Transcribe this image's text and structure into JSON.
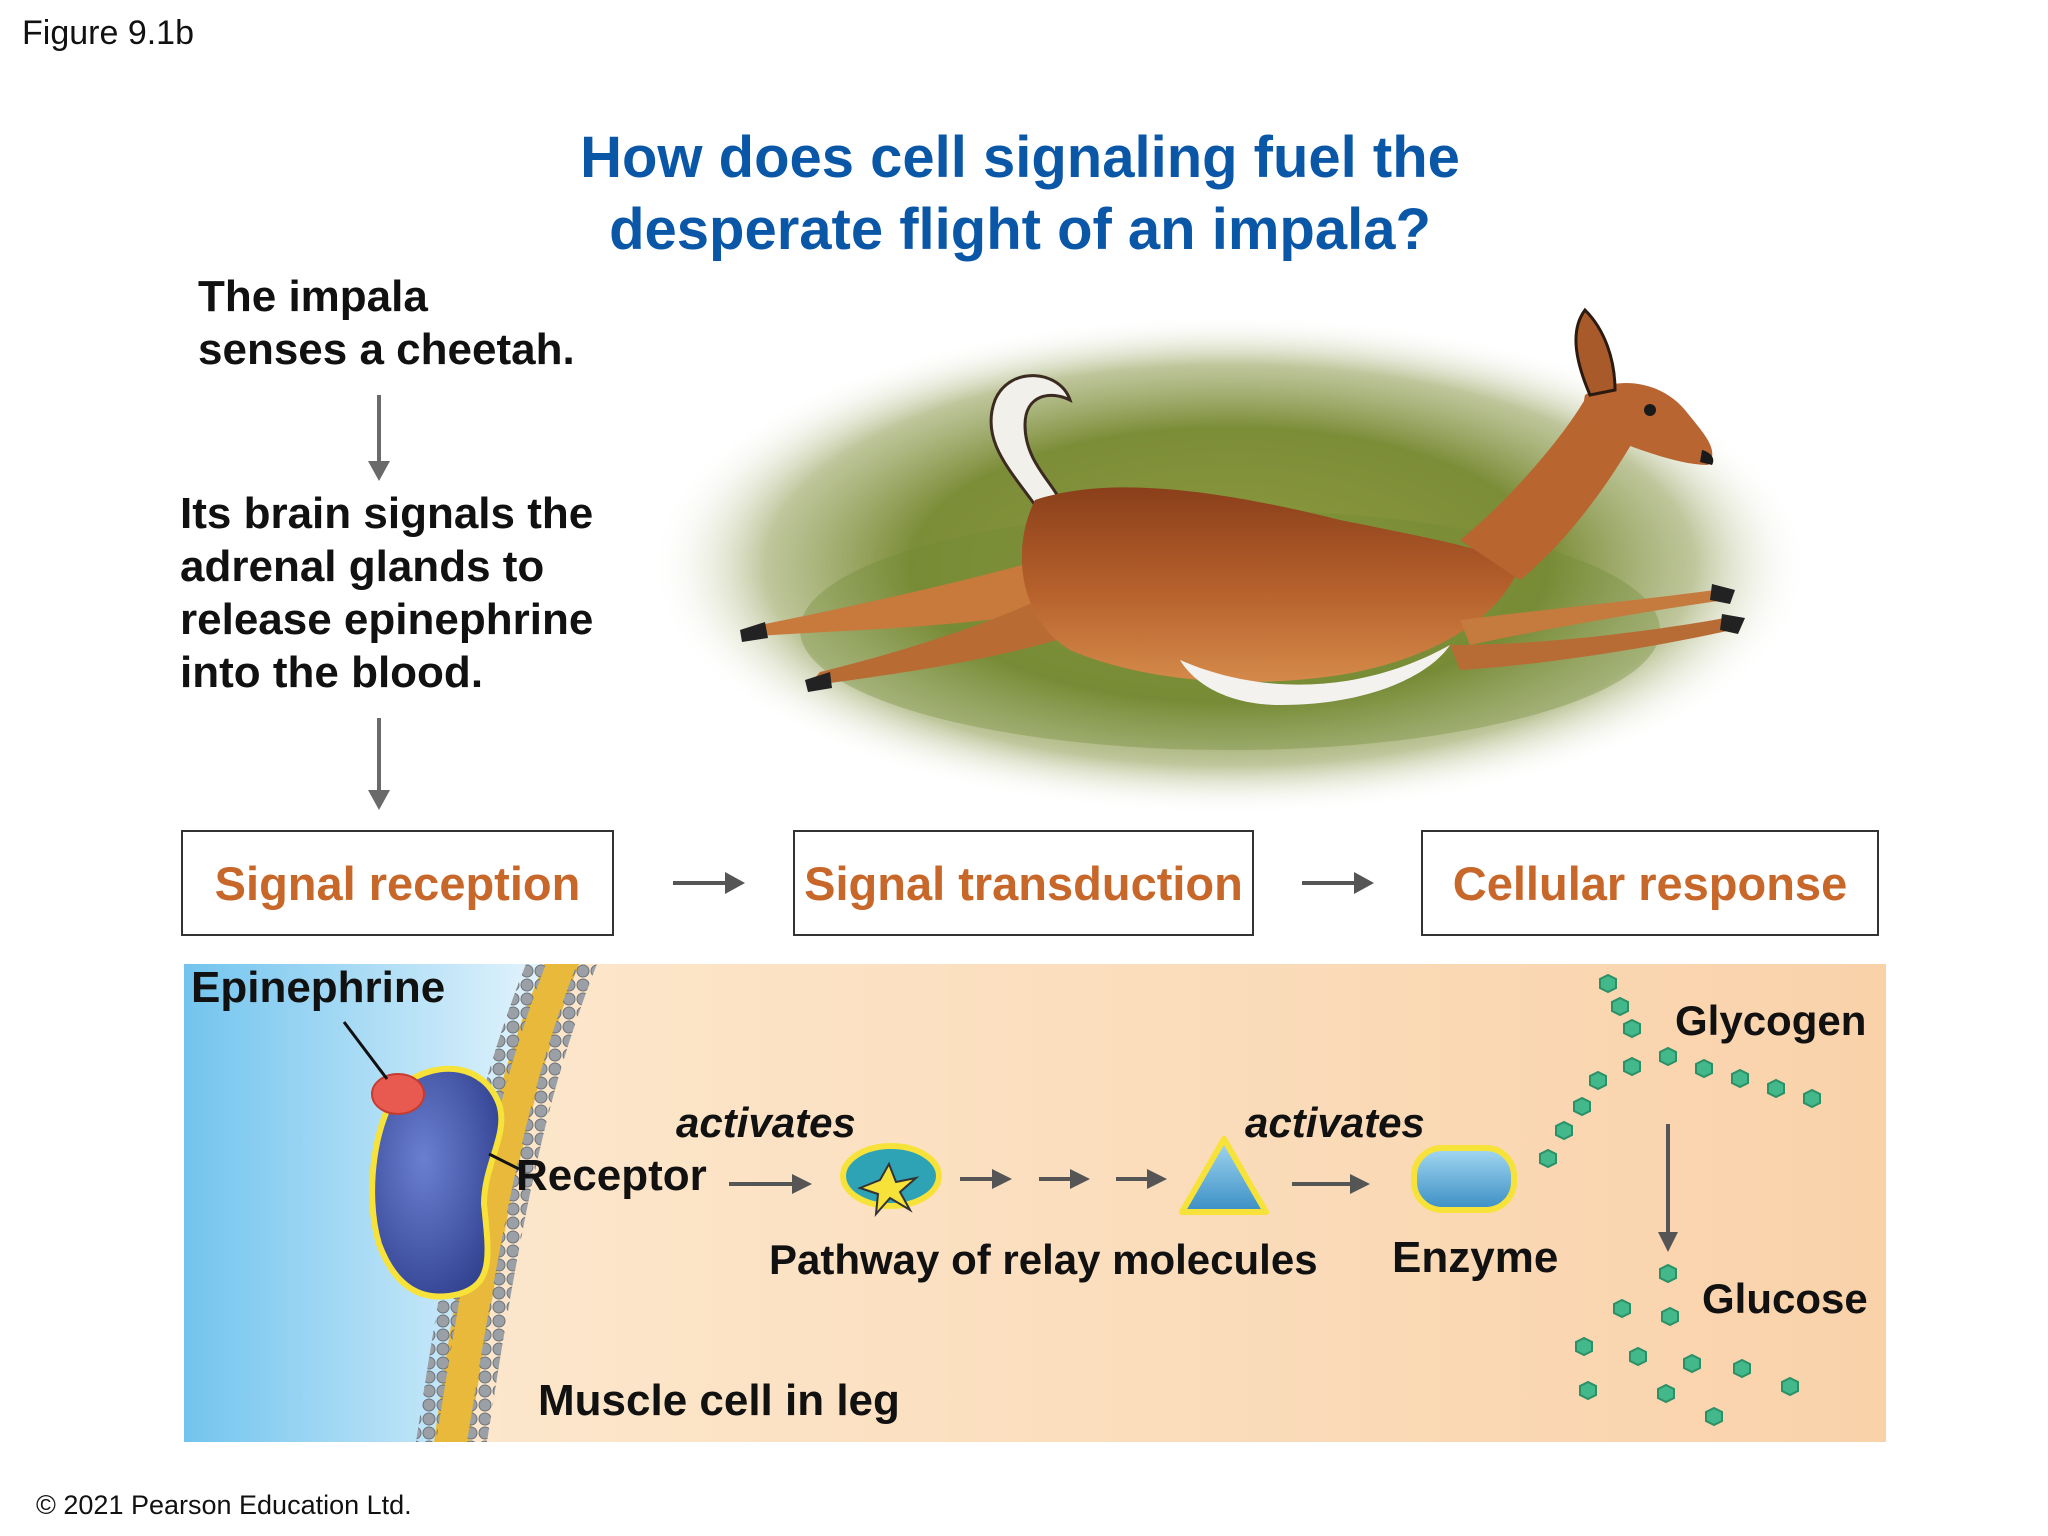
{
  "figure_label": "Figure 9.1b",
  "title": {
    "line1": "How does cell signaling fuel the",
    "line2": "desperate flight of an impala?"
  },
  "steps": {
    "step1": [
      "The impala",
      "senses a cheetah."
    ],
    "step2": [
      "Its brain signals the",
      "adrenal glands to",
      "release epinephrine",
      "into the blood."
    ]
  },
  "stages": {
    "reception": "Signal reception",
    "transduction": "Signal transduction",
    "response": "Cellular response"
  },
  "cell_diagram": {
    "epinephrine": "Epinephrine",
    "receptor": "Receptor",
    "activates_1": "activates",
    "activates_2": "activates",
    "pathway": "Pathway of relay molecules",
    "enzyme": "Enzyme",
    "glycogen": "Glycogen",
    "glucose": "Glucose",
    "cell": "Muscle cell in leg"
  },
  "copyright": "© 2021 Pearson Education Ltd.",
  "colors": {
    "title": "#0a57a8",
    "stage_text": "#c8672a",
    "cell_interior": "#fbd9b4",
    "extracellular": "#8fd0ef",
    "membrane": "#e8b93a",
    "receptor": "#3d4f9e",
    "glucose": "#3fb585"
  },
  "icons": [
    "impala-photo",
    "receptor-protein",
    "relay-molecule",
    "enzyme"
  ]
}
